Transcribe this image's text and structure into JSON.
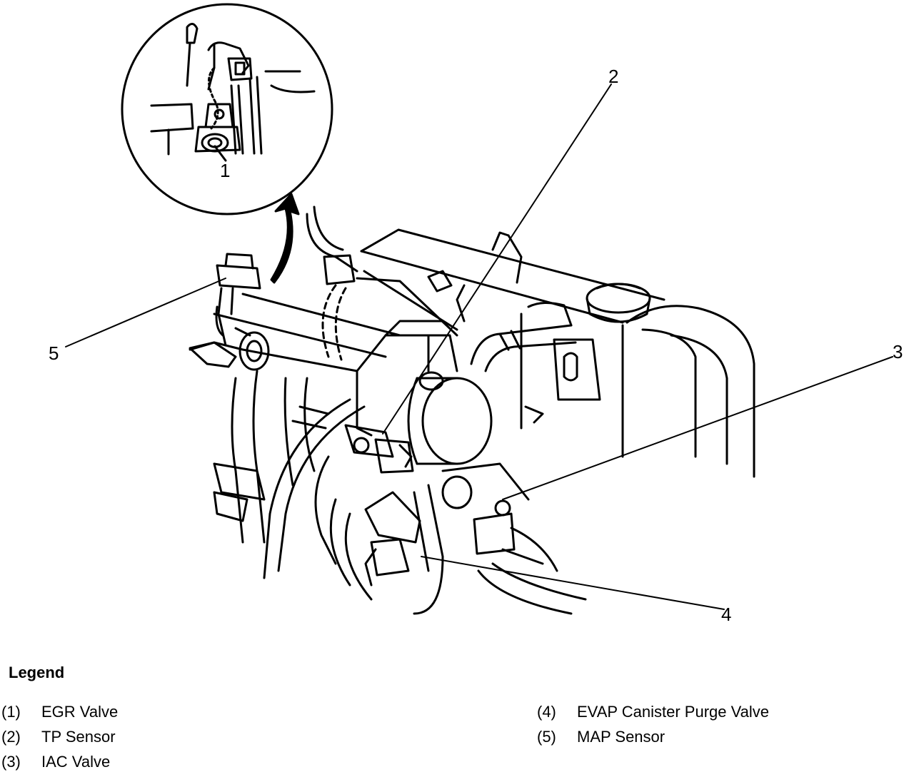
{
  "callouts": [
    "1",
    "2",
    "3",
    "4",
    "5"
  ],
  "legend": {
    "title": "Legend",
    "items": [
      {
        "num": "(1)",
        "label": "EGR Valve"
      },
      {
        "num": "(2)",
        "label": "TP Sensor"
      },
      {
        "num": "(3)",
        "label": "IAC Valve"
      },
      {
        "num": "(4)",
        "label": "EVAP Canister Purge Valve"
      },
      {
        "num": "(5)",
        "label": "MAP Sensor"
      }
    ]
  },
  "colors": {
    "ink": "#000000",
    "paper": "#ffffff"
  }
}
